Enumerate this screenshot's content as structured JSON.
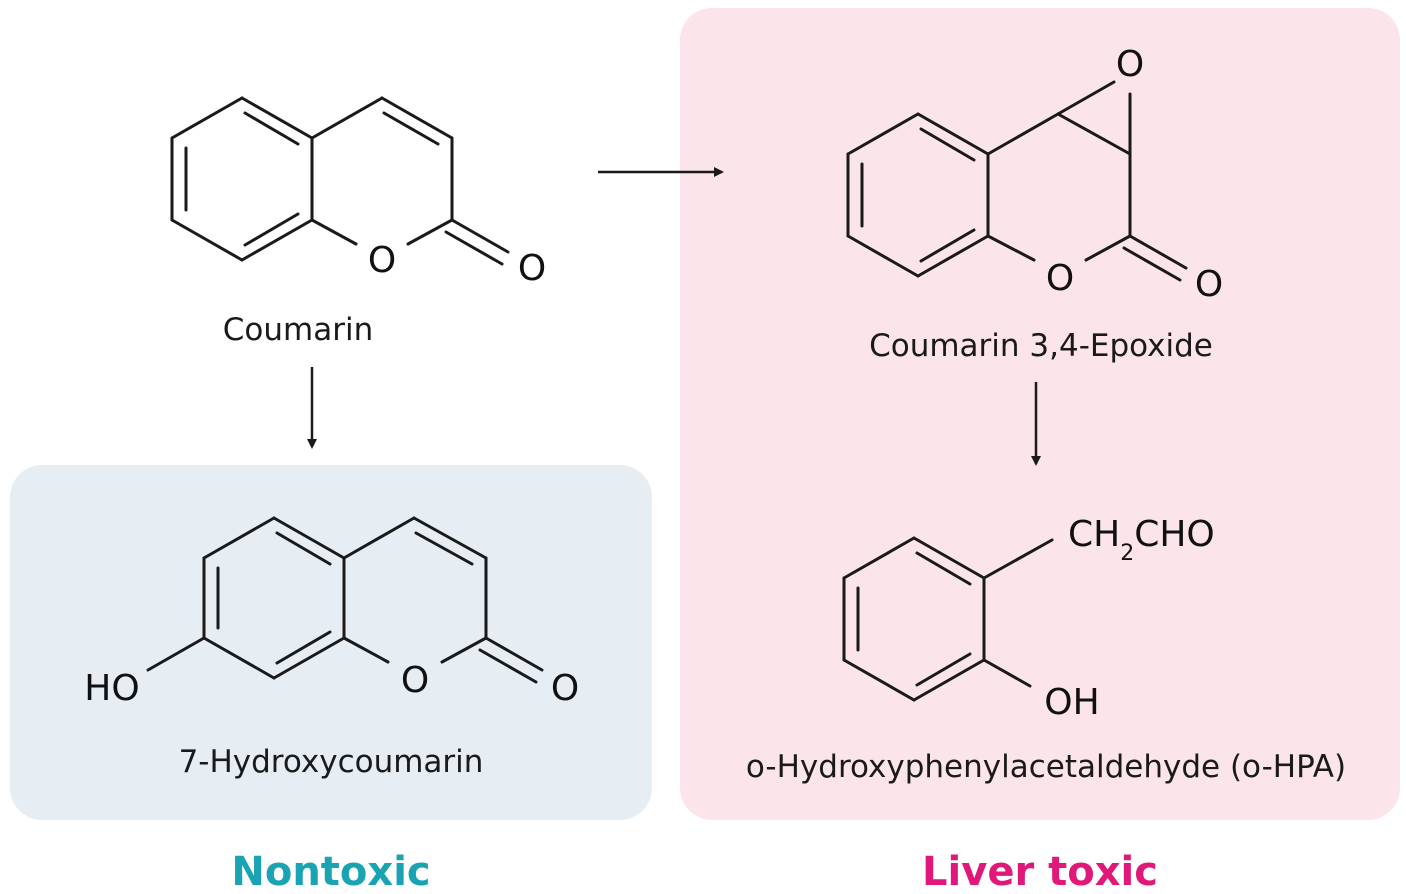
{
  "colors": {
    "nontoxic_panel": "#e7eef3",
    "toxic_panel": "#fbe5ea",
    "nontoxic_text": "#1aa3b3",
    "toxic_text": "#e0187a",
    "ink": "#1a1a1a"
  },
  "molecules": {
    "coumarin": {
      "name": "Coumarin",
      "ring_oxygen": "O",
      "carbonyl_oxygen": "O"
    },
    "hydroxycoumarin": {
      "name": "7-Hydroxycoumarin",
      "hydroxyl": "HO",
      "ring_oxygen": "O",
      "carbonyl_oxygen": "O"
    },
    "epoxide": {
      "name": "Coumarin 3,4-Epoxide",
      "epoxide_oxygen": "O",
      "ring_oxygen": "O",
      "carbonyl_oxygen": "O"
    },
    "ohpa": {
      "name": "o-Hydroxyphenylacetaldehyde (o-HPA)",
      "substituent_prefix": "CH",
      "substituent_subscript": "2",
      "substituent_suffix": "CHO",
      "hydroxyl": "OH"
    }
  },
  "verdicts": {
    "nontoxic": "Nontoxic",
    "toxic": "Liver toxic"
  }
}
